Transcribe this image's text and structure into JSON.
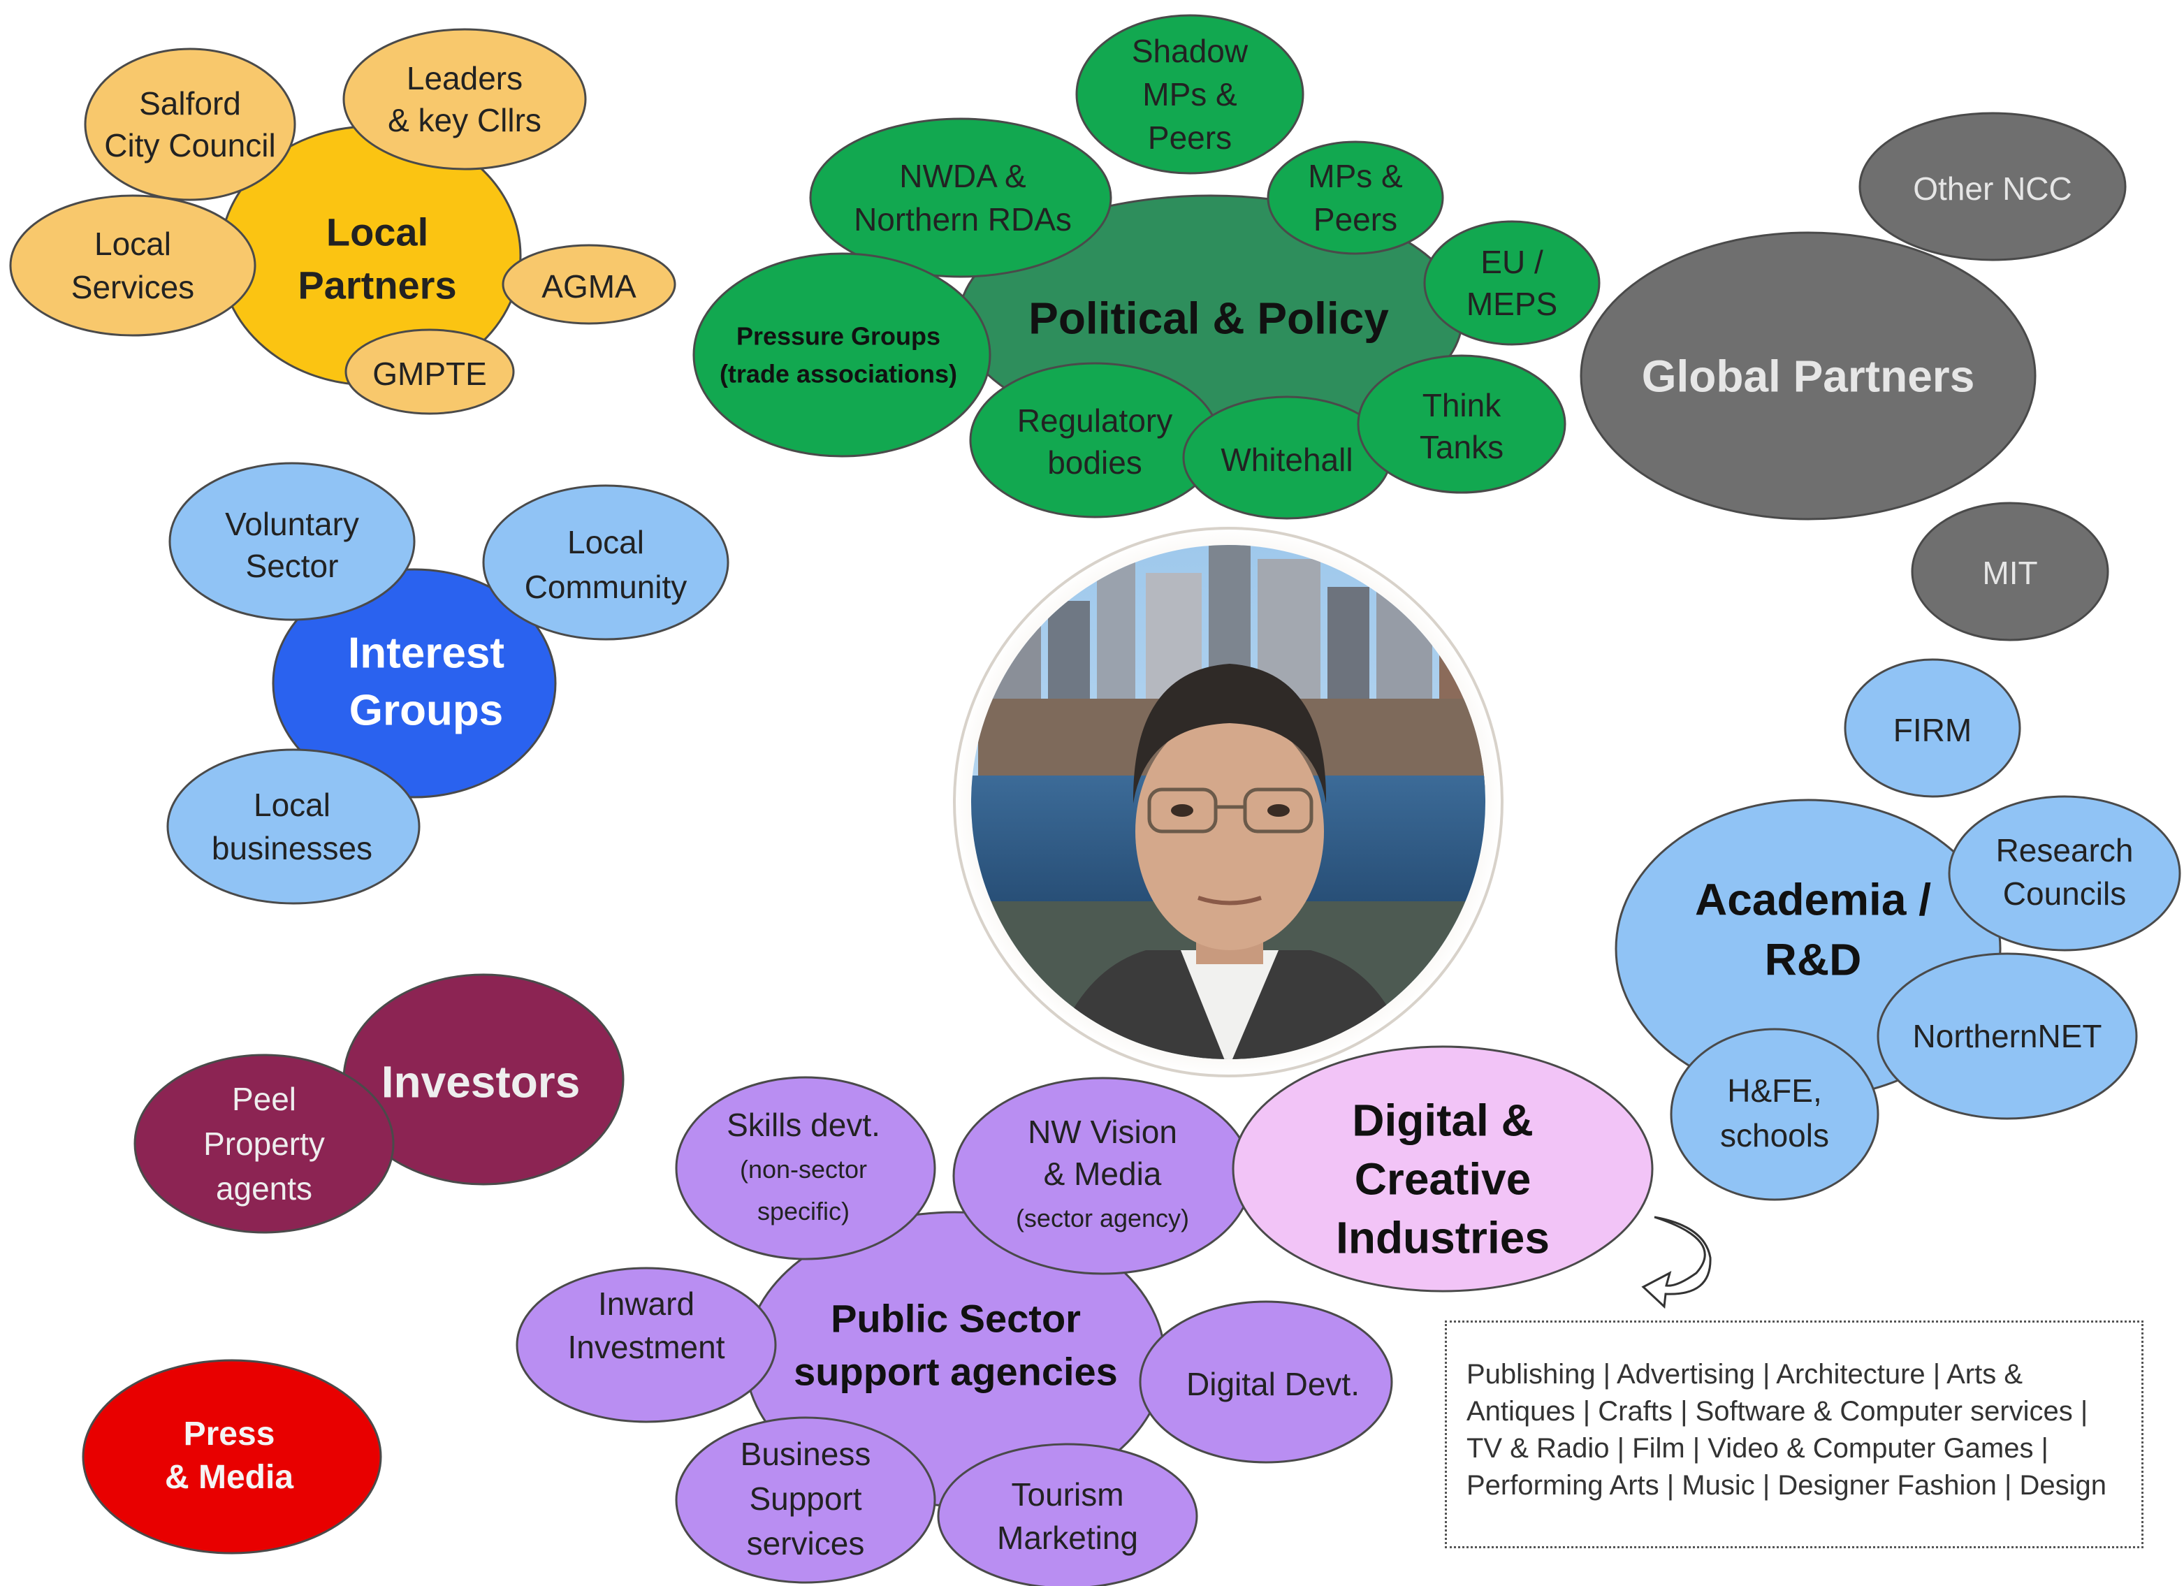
{
  "photo": {
    "description": "portrait"
  },
  "colors": {
    "local_main": "#fbc412",
    "local_small": "#f8c86c",
    "political_main": "#2e8e5c",
    "political_small": "#12a850",
    "global_main": "#6f6f6f",
    "global_small": "#6f6f6f",
    "academia": "#90c3f5",
    "interest_main": "#2a62ef",
    "interest_small": "#90c3f5",
    "investors": "#8c2453",
    "press": "#e80000",
    "public_main": "#b98ef2",
    "public_small": "#b98ef2",
    "digital": "#f2c4f7"
  },
  "groups": {
    "local": {
      "main": [
        "Local",
        "Partners"
      ],
      "salford": [
        "Salford",
        "City Council"
      ],
      "leaders": [
        "Leaders",
        "& key Cllrs"
      ],
      "services": [
        "Local",
        "Services"
      ],
      "agma": [
        "AGMA"
      ],
      "gmpte": [
        "GMPTE"
      ]
    },
    "political": {
      "main": [
        "Political & Policy"
      ],
      "shadow": [
        "Shadow",
        "MPs &",
        "Peers"
      ],
      "nwda": [
        "NWDA &",
        "Northern RDAs"
      ],
      "mps": [
        "MPs &",
        "Peers"
      ],
      "eu": [
        "EU /",
        "MEPS"
      ],
      "pressure": [
        "Pressure Groups",
        "(trade associations)"
      ],
      "regulatory": [
        "Regulatory",
        "bodies"
      ],
      "whitehall": [
        "Whitehall"
      ],
      "think": [
        "Think",
        "Tanks"
      ]
    },
    "global": {
      "main": [
        "Global Partners"
      ],
      "other": [
        "Other NCC"
      ],
      "mit": [
        "MIT"
      ]
    },
    "interest": {
      "main": [
        "Interest",
        "Groups"
      ],
      "voluntary": [
        "Voluntary",
        "Sector"
      ],
      "community": [
        "Local",
        "Community"
      ],
      "businesses": [
        "Local",
        "businesses"
      ]
    },
    "academia": {
      "firm": [
        "FIRM"
      ],
      "main": [
        "Academia /",
        "R&D"
      ],
      "research": [
        "Research",
        "Councils"
      ],
      "northernnet": [
        "NorthernNET"
      ],
      "hfe": [
        "H&FE,",
        "schools"
      ]
    },
    "investors": {
      "main": [
        "Investors"
      ],
      "peel": [
        "Peel",
        "Property",
        "agents"
      ]
    },
    "press": {
      "main": [
        "Press",
        "& Media"
      ]
    },
    "public": {
      "main": [
        "Public Sector",
        "support agencies"
      ],
      "skills": [
        "Skills devt.",
        "(non-sector",
        "specific)"
      ],
      "nwvision": [
        "NW Vision",
        "& Media",
        "(sector agency)"
      ],
      "inward": [
        "Inward",
        "Investment"
      ],
      "digitaldevt": [
        "Digital Devt."
      ],
      "business": [
        "Business",
        "Support",
        "services"
      ],
      "tourism": [
        "Tourism",
        "Marketing"
      ]
    },
    "digital": {
      "main": [
        "Digital &",
        "Creative",
        "Industries"
      ]
    }
  },
  "industries_list": "Publishing | Advertising | Architecture | Arts & Antiques | Crafts | Software & Computer services | TV & Radio | Film | Video & Computer Games | Performing Arts | Music | Designer Fashion | Design"
}
